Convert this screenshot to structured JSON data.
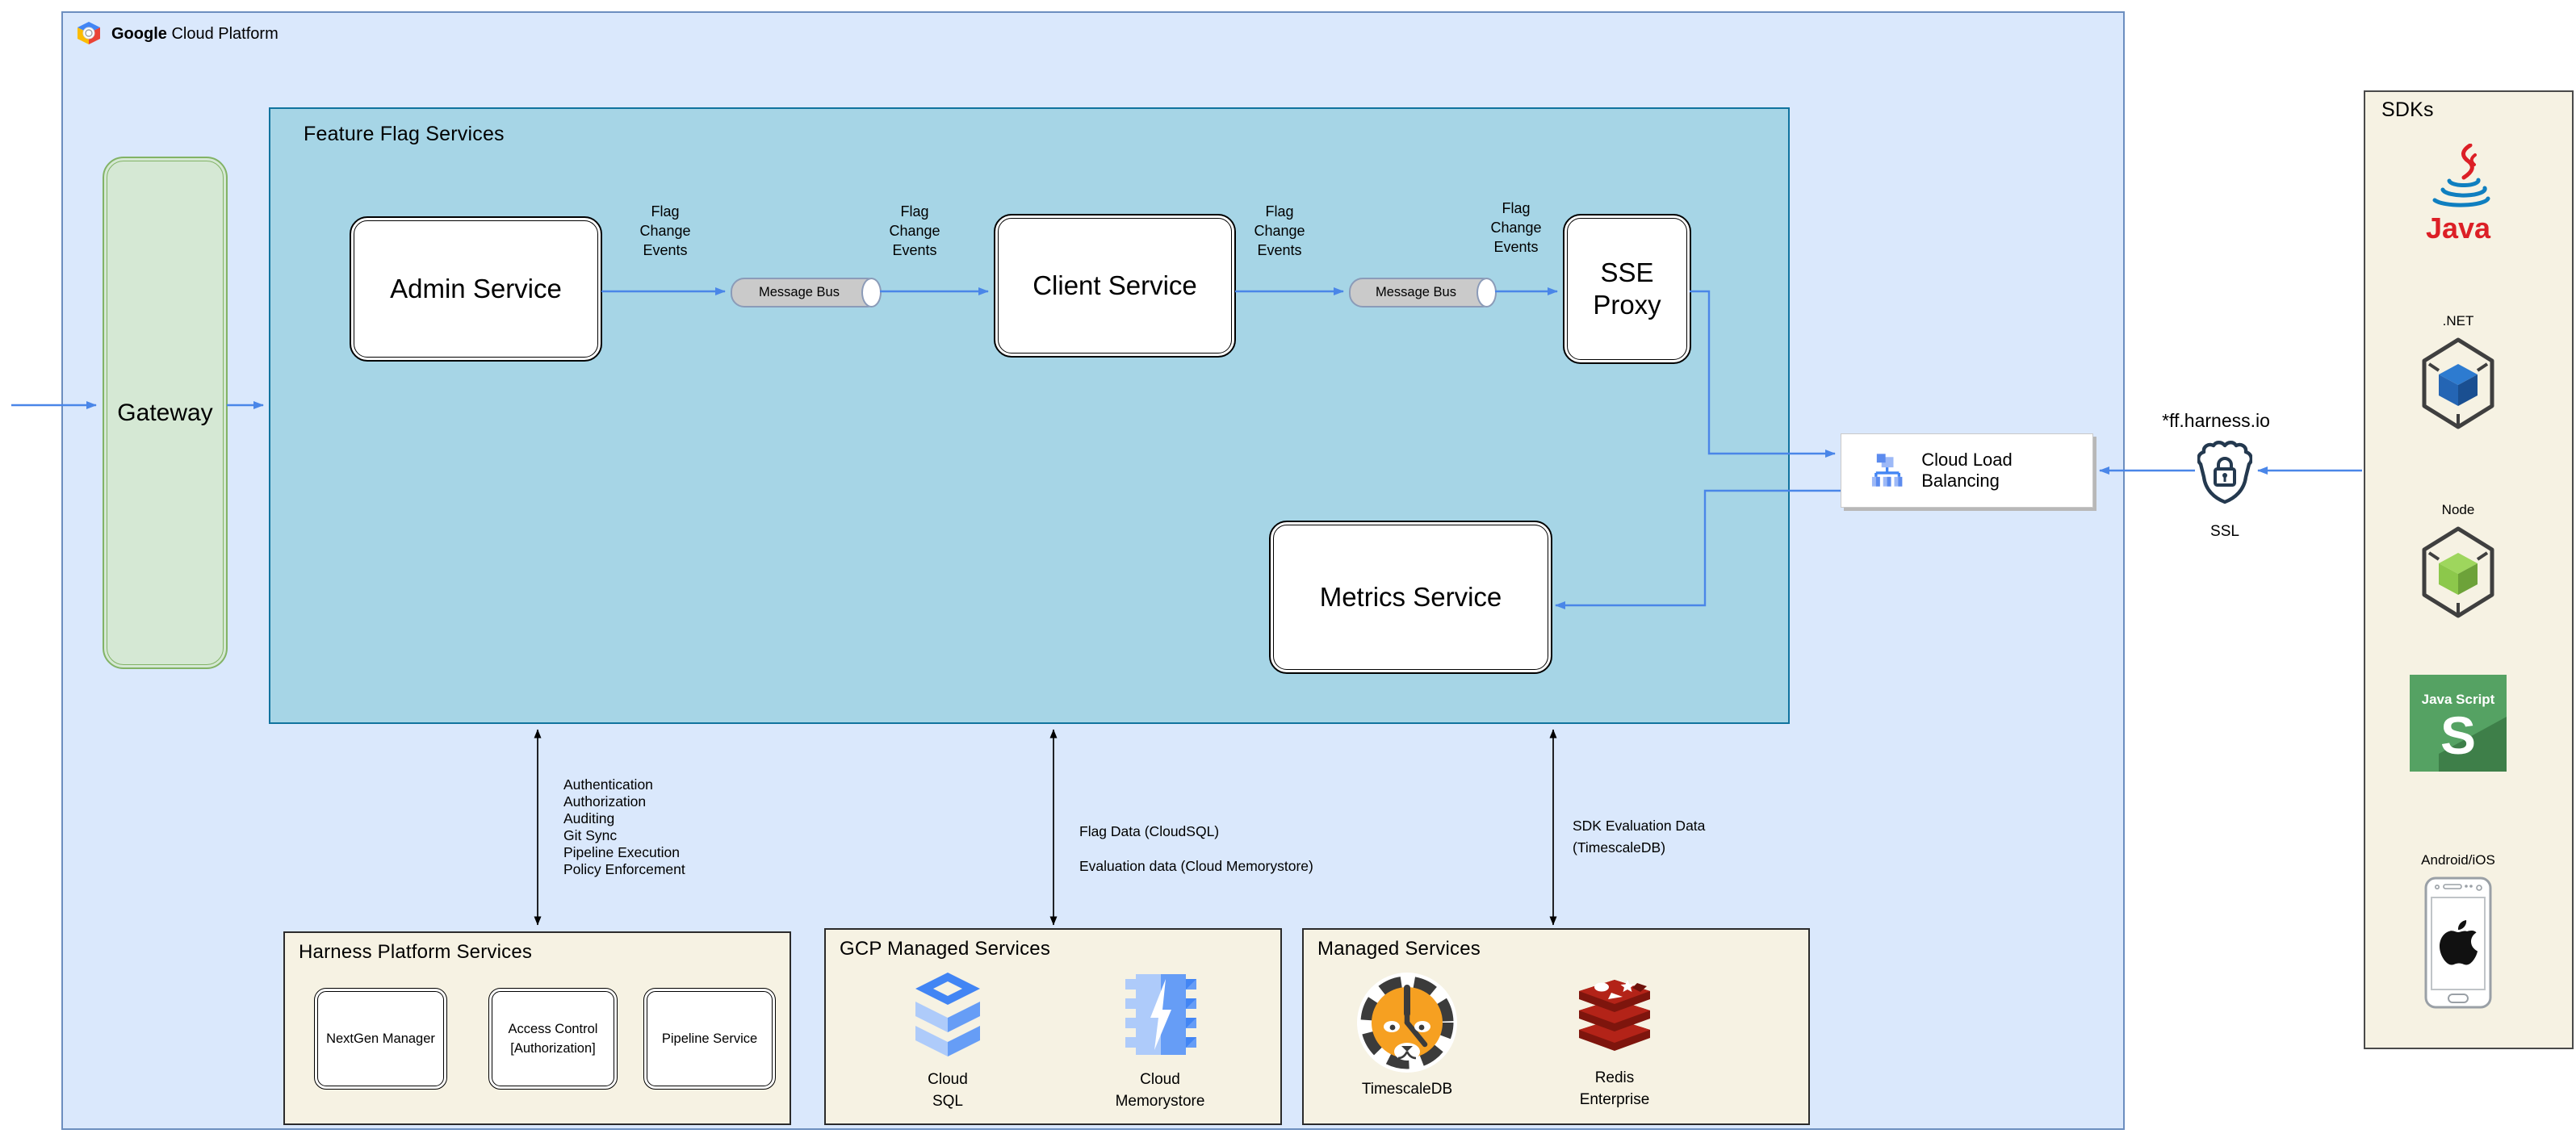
{
  "header": {
    "brand_bold": "Google",
    "brand_rest": "Cloud Platform"
  },
  "groups": {
    "feature_flag": {
      "title": "Feature Flag Services"
    },
    "sdks": {
      "title": "SDKs"
    },
    "harness": {
      "title": "Harness Platform Services"
    },
    "gcp_managed": {
      "title": "GCP Managed Services"
    },
    "managed": {
      "title": "Managed Services"
    }
  },
  "nodes": {
    "gateway": "Gateway",
    "admin_service": "Admin Service",
    "client_service": "Client Service",
    "sse_proxy_lines": [
      "SSE",
      "Proxy"
    ],
    "metrics_service": "Metrics Service",
    "message_bus": "Message Bus",
    "cloud_load_balancing": "Cloud Load Balancing",
    "harness_io": "*ff.harness.io",
    "ssl": "SSL",
    "nextgen_manager": "NextGen Manager",
    "access_control_lines": [
      "Access Control",
      "[Authorization]"
    ],
    "pipeline_service": "Pipeline Service"
  },
  "labels": {
    "flag_change_lines": [
      "Flag",
      "Change",
      "Events"
    ],
    "platform_list": [
      "Authentication",
      "Authorization",
      "Auditing",
      "Git Sync",
      "Pipeline Execution",
      "Policy Enforcement"
    ],
    "flag_data": "Flag Data (CloudSQL)",
    "eval_data": "Evaluation data (Cloud Memorystore)",
    "sdk_eval_lines": [
      "SDK Evaluation Data",
      "(TimescaleDB)"
    ]
  },
  "sdk_items": {
    "java_word": "Java",
    "dotnet": ".NET",
    "node": "Node",
    "js_title": "Java Script",
    "js_letter": "S",
    "android_ios": "Android/iOS"
  },
  "datastores": {
    "cloud_sql_lines": [
      "Cloud",
      "SQL"
    ],
    "memorystore_lines": [
      "Cloud",
      "Memorystore"
    ],
    "timescaledb": "TimescaleDB",
    "redis_lines": [
      "Redis",
      "Enterprise"
    ]
  },
  "colors": {
    "gcp_bg": "#dae8fc",
    "gcp_border": "#6c8ebf",
    "feature_flag_bg": "#a6d5e6",
    "feature_flag_border": "#10739e",
    "gateway_bg": "#d5e8d4",
    "gateway_border": "#82b366",
    "cream_bg": "#f6f2e3",
    "arrow_blue": "#4a86e8",
    "bus_fill": "#cacaca",
    "bus_border": "#8b9bb8",
    "google_blue": "#4285f4",
    "google_red": "#ea4335",
    "google_yellow": "#fbbc05",
    "java_red": "#dc1f26",
    "java_blue": "#0f7fc0",
    "dotnet_blue": "#1f5fa7",
    "node_green": "#8cc84b",
    "js_green": "#55a263",
    "redis_red": "#a82018",
    "tiger_orange": "#f6a021"
  }
}
